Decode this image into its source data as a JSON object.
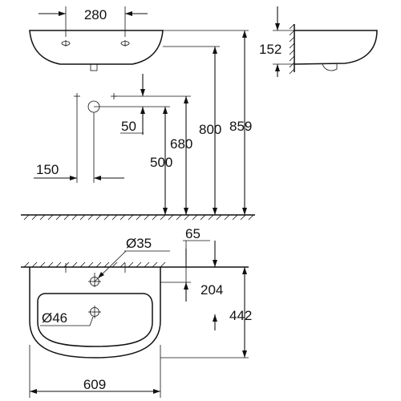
{
  "dimensions": {
    "top_view": {
      "basin_width": "280",
      "wall_depth": "152"
    },
    "heights": {
      "waste_offset": "50",
      "waste_height": "500",
      "fixing_height_680": "680",
      "rim_height": "800",
      "overall_height": "859"
    },
    "waste_horizontal": "150",
    "plan_view": {
      "tap_hole_diameter": "Ø35",
      "tap_offset": "65",
      "tap_to_bowl": "204",
      "overflow_diameter": "Ø46",
      "depth": "442",
      "width": "609"
    }
  }
}
